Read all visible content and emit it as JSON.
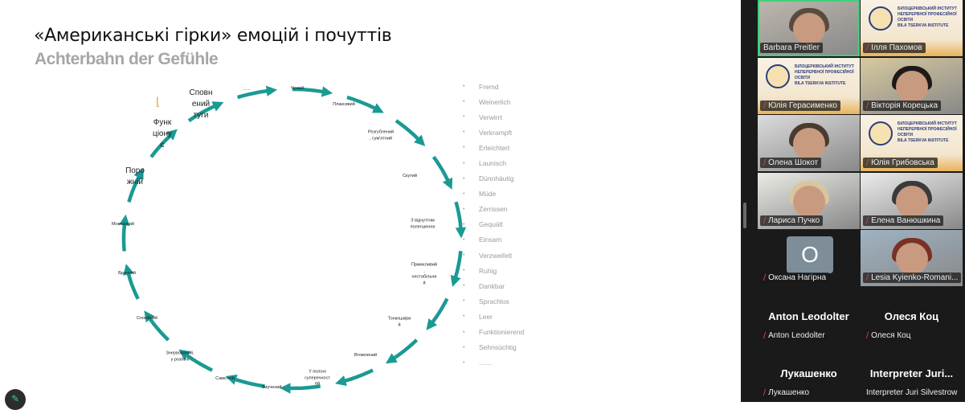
{
  "slide": {
    "title": "«Американські гірки» емоцій і почуттів",
    "subtitle": "Achterbahn der Gefühle",
    "cycle_labels": [
      {
        "text": "……",
        "big": false
      },
      {
        "text": "Чужий",
        "big": false
      },
      {
        "text": "Плаксивий",
        "big": false
      },
      {
        "text": "Розгублений\n, сум'ятний",
        "big": false
      },
      {
        "text": "Скутий",
        "big": false
      },
      {
        "text": "З відчуттям\nполегшення",
        "big": false
      },
      {
        "text": "Примхливий\n,\nнестабільни\nй",
        "big": false
      },
      {
        "text": "Тонкошкіри\nй",
        "big": false
      },
      {
        "text": "Втомлений",
        "big": false
      },
      {
        "text": "У полоні\nсуперечност\nей",
        "big": false
      },
      {
        "text": "Змучений",
        "big": false
      },
      {
        "text": "Самотній",
        "big": false
      },
      {
        "text": "Знервований,\nу розпачі",
        "big": false
      },
      {
        "text": "Спокійний",
        "big": false
      },
      {
        "text": "Вдячний",
        "big": false
      },
      {
        "text": "Мовчазний",
        "big": false
      },
      {
        "text": "Поро\nжній",
        "big": true
      },
      {
        "text": "Функ\nціону\nє",
        "big": true
      },
      {
        "text": "Сповн\nений\nтуги",
        "big": true
      }
    ],
    "german_words": [
      "Fremd",
      "Weinerlich",
      "Verwirrt",
      "Verkrampft",
      "Erleichtert",
      "Launisch",
      "Dünnhäutig",
      "Müde",
      "Zerrissen",
      "Gequält",
      "Einsam",
      "Verzweifelt",
      "Ruhig",
      "Dankbar",
      "Sprachlos",
      "Leer",
      "Funktionierend",
      "Sehnsüchtig",
      "……"
    ],
    "bullet": "•",
    "arrow_color": "#1a9a93"
  },
  "participants": [
    {
      "name": "Barbara Preitler",
      "muted": false,
      "active": true,
      "kind": "video",
      "bg": "#bdb7ae"
    },
    {
      "name": "Ілля Пахомов",
      "muted": true,
      "kind": "banner"
    },
    {
      "name": "Юлія Герасименко",
      "muted": true,
      "kind": "banner"
    },
    {
      "name": "Вікторія Корецька",
      "muted": true,
      "kind": "video",
      "bg": "#d7c9a0"
    },
    {
      "name": "Олена Шокот",
      "muted": true,
      "kind": "video",
      "bg": "#dcdcdc"
    },
    {
      "name": "Юлія Грибовська",
      "muted": true,
      "kind": "banner"
    },
    {
      "name": "Лариса Пучко",
      "muted": true,
      "kind": "video",
      "bg": "#e9ebe4"
    },
    {
      "name": "Елена Ванюшкина",
      "muted": true,
      "kind": "video",
      "bg": "#ececec"
    },
    {
      "name": "Оксана Нагірна",
      "muted": true,
      "kind": "avatar",
      "initial": "O"
    },
    {
      "name": "Lesia Kyienko-Romani...",
      "muted": true,
      "kind": "video",
      "bg": "#9fb3c2"
    },
    {
      "name": "Anton Leodolter",
      "muted": true,
      "kind": "text",
      "display": "Anton Leodolter"
    },
    {
      "name": "Олеся Коц",
      "muted": true,
      "kind": "text",
      "display": "Олеся Коц"
    },
    {
      "name": "Лукашенко",
      "muted": true,
      "kind": "text",
      "display": "Лукашенко"
    },
    {
      "name": "Interpreter Juri Silvestrow",
      "muted": false,
      "kind": "text",
      "display": "Interpreter  Juri..."
    }
  ],
  "banner_text": "БІЛОЦЕРКІВСЬКИЙ ІНСТИТУТ\nНЕПЕРЕРВНОЇ ПРОФЕСІЙНОЇ ОСВІТИ\nBILA TSERKVA INSTITUTE",
  "icons": {
    "mic_muted": "mic-muted-icon",
    "annotate": "pencil-icon"
  },
  "colors": {
    "active_speaker": "#3fd17a",
    "muted": "#e0403f",
    "panel_bg": "#1a1a1a"
  }
}
